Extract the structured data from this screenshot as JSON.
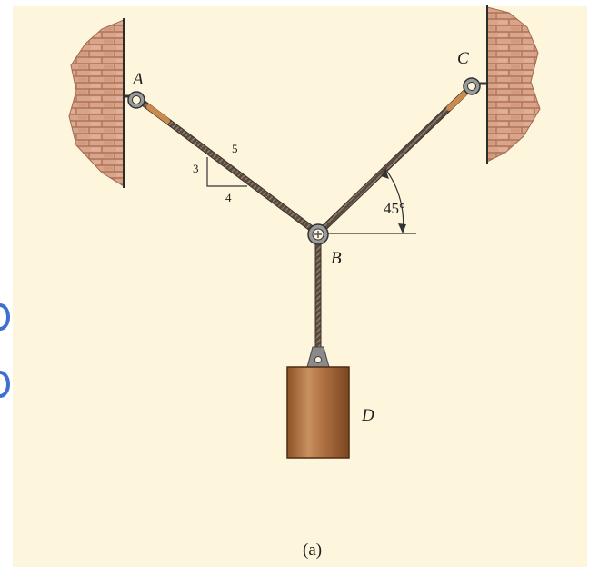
{
  "labels": {
    "point_a": "A",
    "point_b": "B",
    "point_c": "C",
    "weight_d": "D",
    "slope_rise": "3",
    "slope_run": "4",
    "slope_hyp": "5",
    "angle": "45°",
    "caption": "(a)"
  },
  "colors": {
    "background": "#fdf5dc",
    "brick_fill": "#d8a58a",
    "brick_line": "#b07257",
    "cable": "#5a4a3e",
    "weight": "#a86b37",
    "weight_highlight": "#c99060",
    "ring": "#6f6f6f",
    "side_mark": "#3f6fd0"
  },
  "icons": {
    "ring_a": "ring-icon",
    "ring_b": "ring-icon",
    "ring_c": "ring-icon"
  }
}
